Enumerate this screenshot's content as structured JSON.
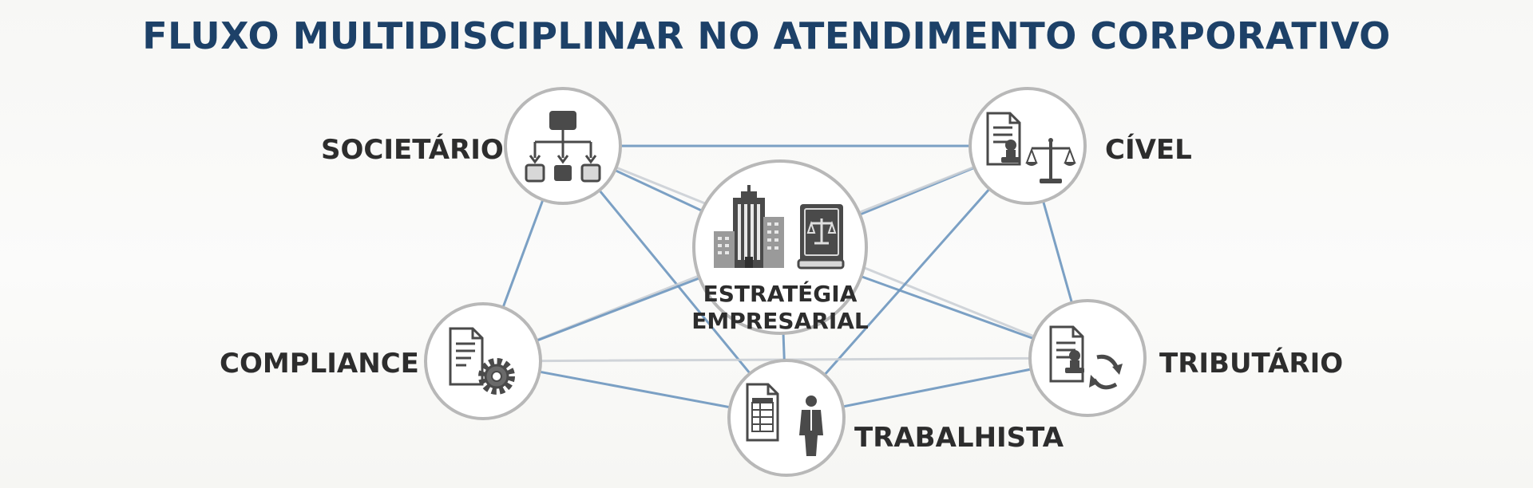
{
  "title": "FLUXO MULTIDISCIPLINAR NO ATENDIMENTO CORPORATIVO",
  "colors": {
    "title": "#1d4168",
    "label": "#2d2d2d",
    "link_blue": "#6e97bf",
    "link_gray": "#c9ced4",
    "node_border": "#b8b8b8",
    "icon_dark": "#4a4a4a",
    "icon_light": "#d8d8d8"
  },
  "nodes": {
    "center": {
      "line1": "ESTRATÉGIA",
      "line2": "EMPRESARIAL",
      "icons": [
        "office-building-icon",
        "law-book-icon"
      ]
    },
    "societario": {
      "label": "SOCIETÁRIO",
      "icon": "org-chart-icon"
    },
    "civel": {
      "label": "CÍVEL",
      "icon": "document-stamp-scales-icon"
    },
    "compliance": {
      "label": "COMPLIANCE",
      "icon": "document-gear-icon"
    },
    "trabalhista": {
      "label": "TRABALHISTA",
      "icon": "spreadsheet-worker-icon"
    },
    "tributario": {
      "label": "TRIBUTÁRIO",
      "icon": "document-stamp-refresh-icon"
    }
  },
  "connections": [
    {
      "from": "societario",
      "to": "center",
      "style": "blue"
    },
    {
      "from": "societario",
      "to": "civel",
      "style": "blue"
    },
    {
      "from": "societario",
      "to": "compliance",
      "style": "blue"
    },
    {
      "from": "societario",
      "to": "trabalhista",
      "style": "blue"
    },
    {
      "from": "societario",
      "to": "tributario",
      "style": "gray"
    },
    {
      "from": "civel",
      "to": "center",
      "style": "blue"
    },
    {
      "from": "civel",
      "to": "tributario",
      "style": "blue"
    },
    {
      "from": "civel",
      "to": "trabalhista",
      "style": "blue"
    },
    {
      "from": "civel",
      "to": "compliance",
      "style": "gray"
    },
    {
      "from": "compliance",
      "to": "center",
      "style": "blue"
    },
    {
      "from": "compliance",
      "to": "trabalhista",
      "style": "blue"
    },
    {
      "from": "compliance",
      "to": "tributario",
      "style": "gray"
    },
    {
      "from": "trabalhista",
      "to": "center",
      "style": "blue"
    },
    {
      "from": "trabalhista",
      "to": "tributario",
      "style": "blue"
    },
    {
      "from": "tributario",
      "to": "center",
      "style": "blue"
    }
  ]
}
